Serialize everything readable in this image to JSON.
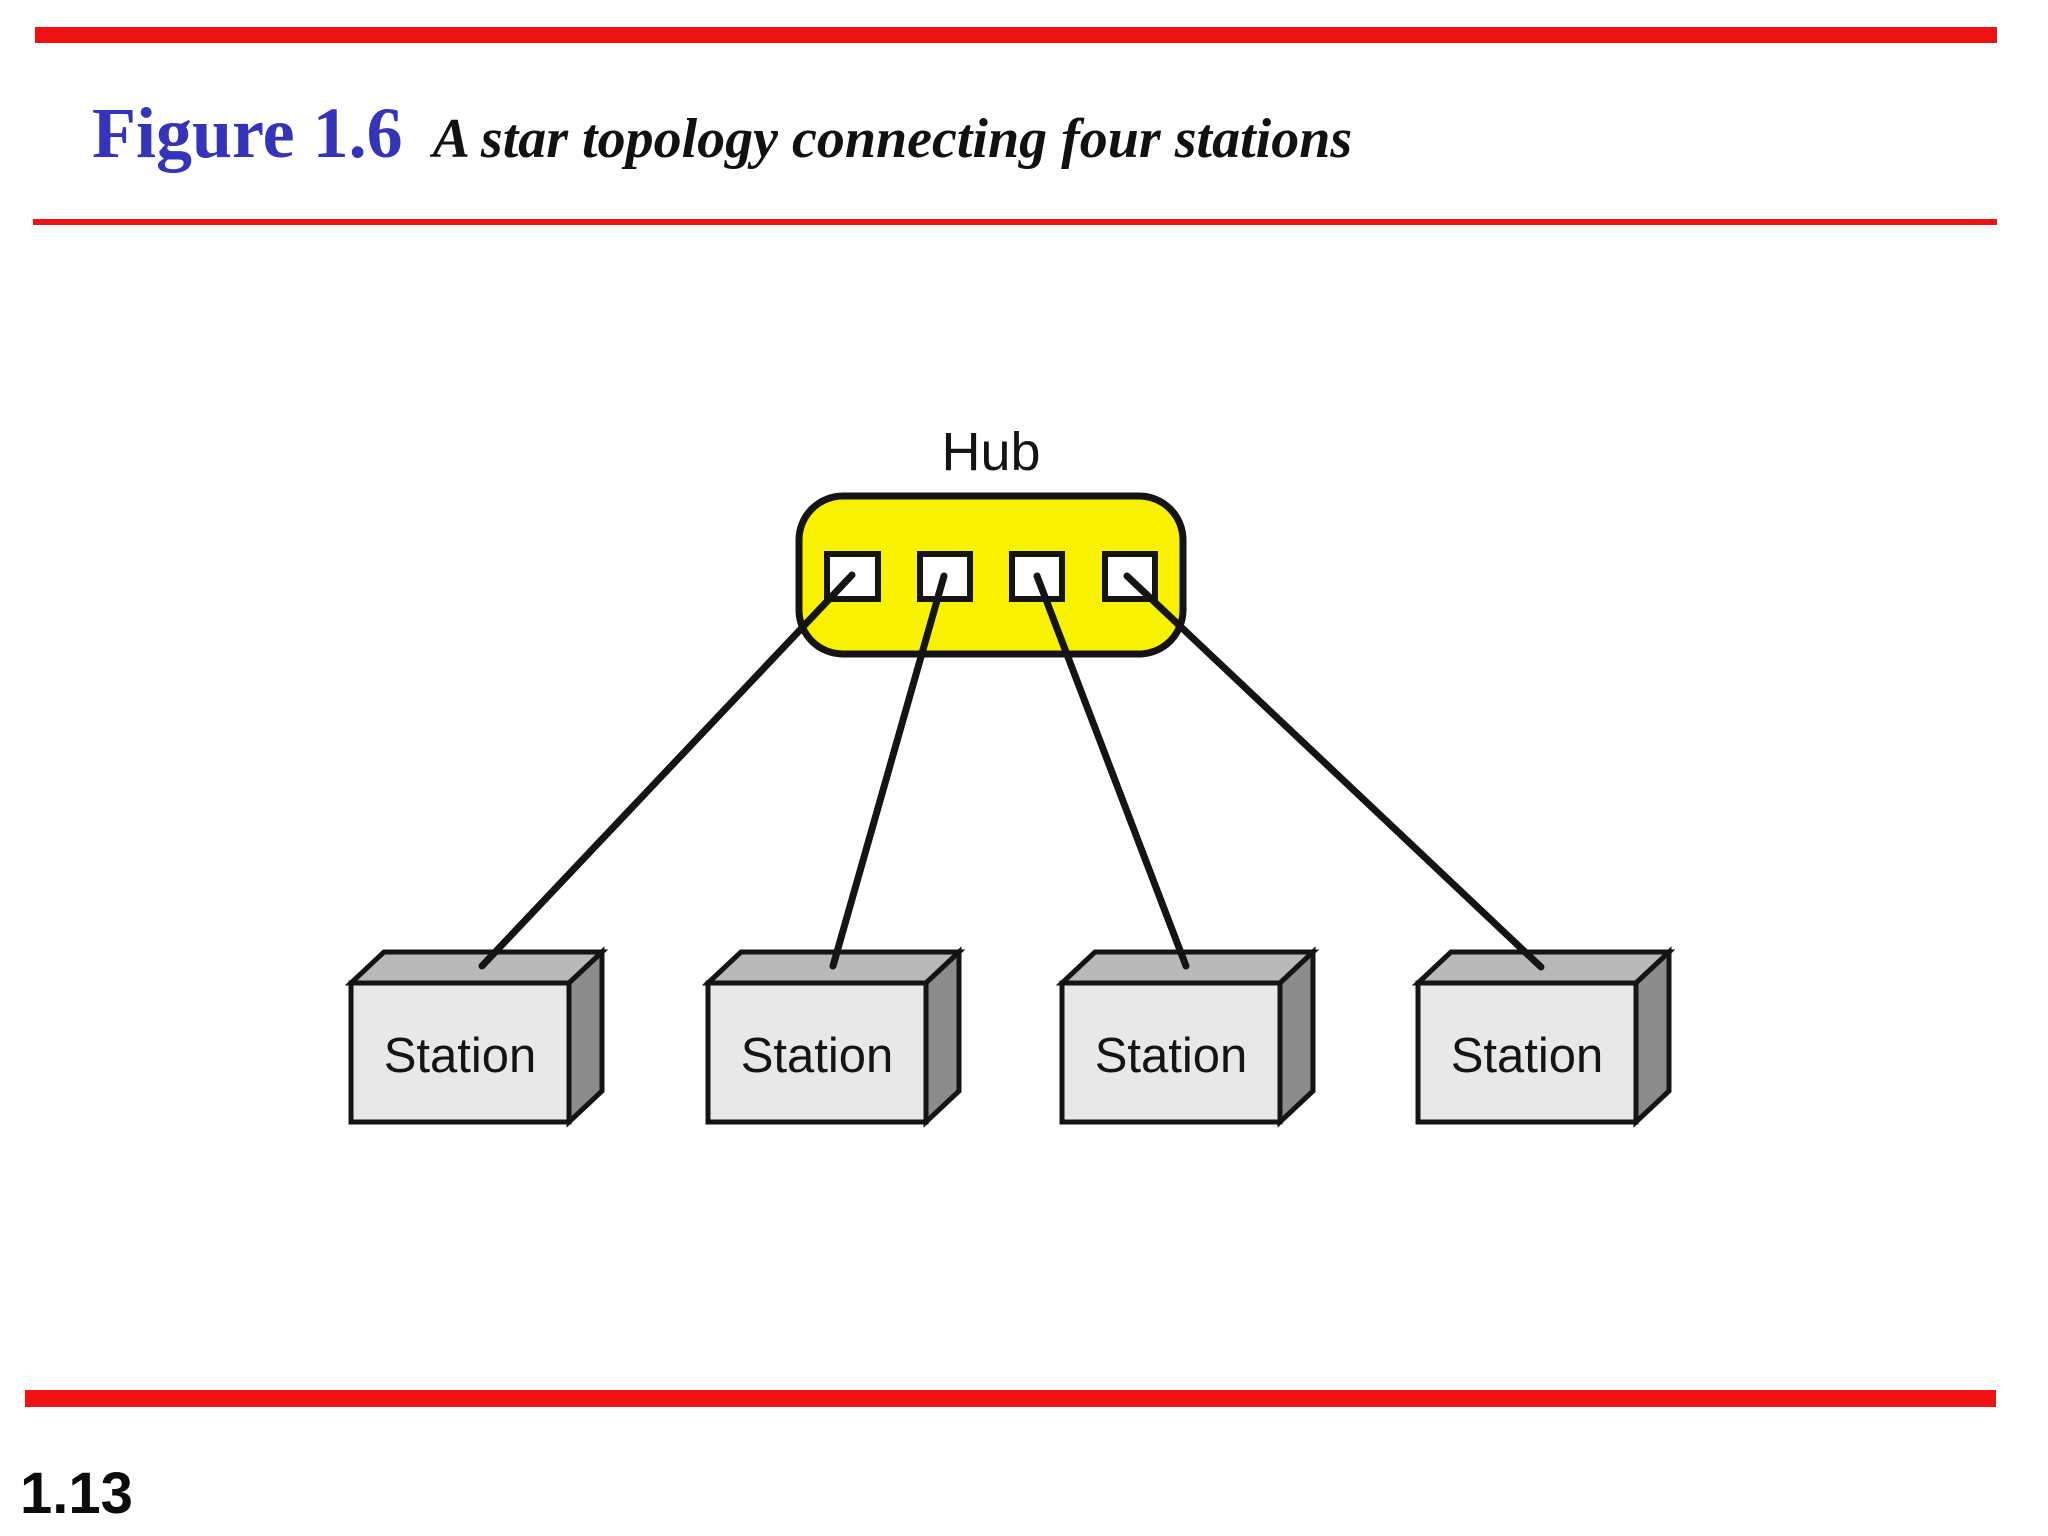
{
  "header": {
    "figure_label": "Figure 1.6",
    "figure_caption": "A star topology connecting four stations"
  },
  "diagram": {
    "type": "star",
    "hub_label": "Hub",
    "port_count": 4,
    "stations": [
      {
        "label": "Station"
      },
      {
        "label": "Station"
      },
      {
        "label": "Station"
      },
      {
        "label": "Station"
      }
    ],
    "connections": [
      {
        "from": "hub-port-1",
        "to": "station-1"
      },
      {
        "from": "hub-port-2",
        "to": "station-2"
      },
      {
        "from": "hub-port-3",
        "to": "station-3"
      },
      {
        "from": "hub-port-4",
        "to": "station-4"
      }
    ]
  },
  "footer": {
    "page_number": "1.13"
  },
  "colors": {
    "accent_red": "#f01212",
    "title_blue": "#3434b8",
    "hub_yellow": "#f8f200",
    "port_white": "#ffffff",
    "station_front": "#e8e8e8",
    "station_top": "#b9b9b9",
    "station_side": "#8c8c8c",
    "line_black": "#141414"
  }
}
